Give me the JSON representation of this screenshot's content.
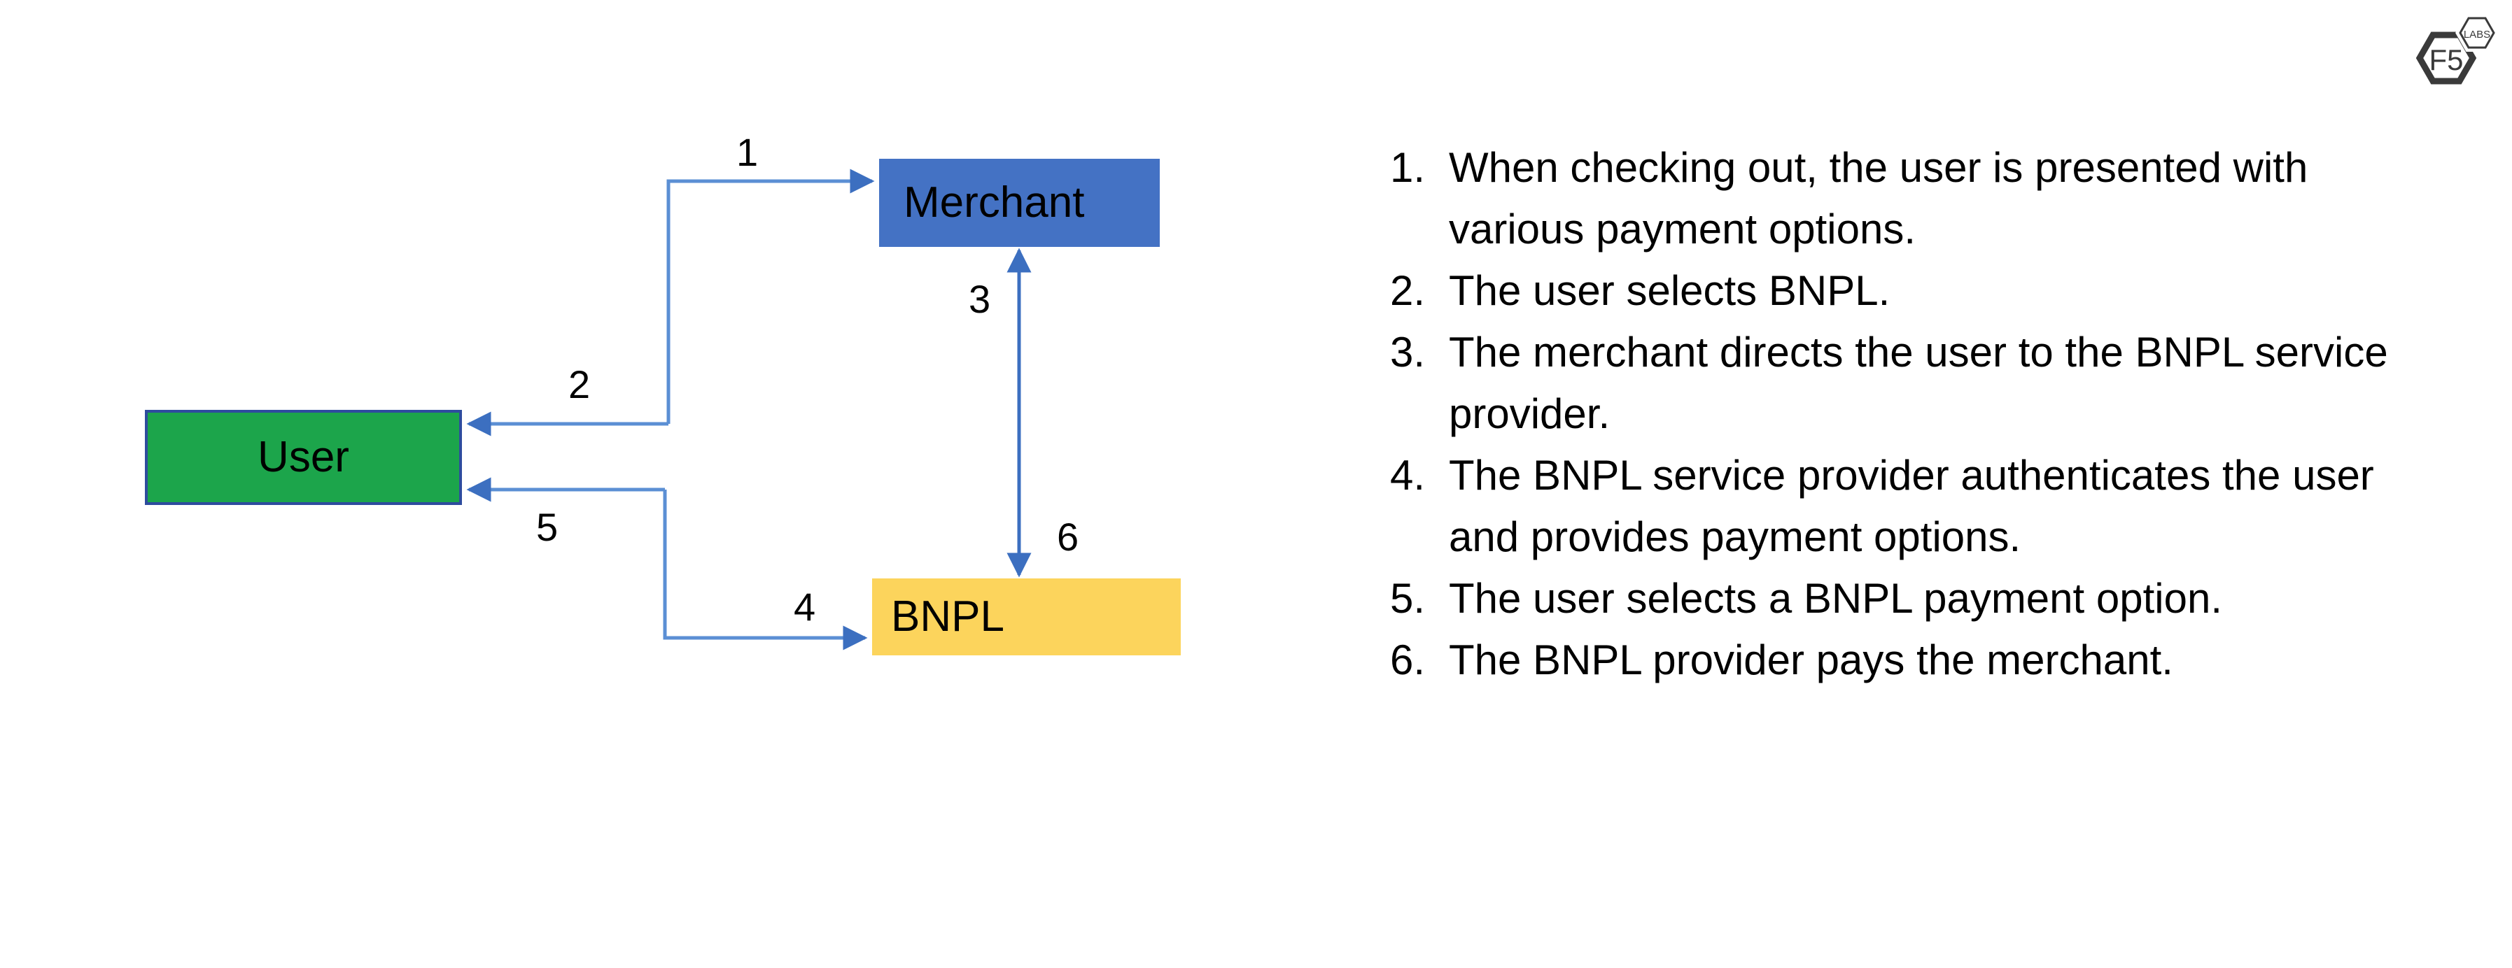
{
  "diagram": {
    "nodes": [
      {
        "id": "user",
        "label": "User"
      },
      {
        "id": "merchant",
        "label": "Merchant"
      },
      {
        "id": "bnpl",
        "label": "BNPL"
      }
    ],
    "connector_labels": {
      "one": "1",
      "two": "2",
      "three": "3",
      "four": "4",
      "five": "5",
      "six": "6"
    },
    "colors": {
      "user_fill": "#1CA54B",
      "user_border": "#2E4C9E",
      "merchant_fill": "#4472C4",
      "bnpl_fill": "#FCD45C",
      "connector_line": "#5B8FD4",
      "connector_head": "#3C6FC0",
      "text": "#000000",
      "background": "#FFFFFF"
    }
  },
  "steps": [
    {
      "num": "1.",
      "text": "When checking out, the user is presented with various payment options."
    },
    {
      "num": "2.",
      "text": "The user selects BNPL."
    },
    {
      "num": "3.",
      "text": "The merchant directs the user to the BNPL service provider."
    },
    {
      "num": "4.",
      "text": "The BNPL service provider authenticates the user and provides payment options."
    },
    {
      "num": "5.",
      "text": "The user selects a BNPL payment option."
    },
    {
      "num": "6.",
      "text": "The BNPL provider pays the merchant."
    }
  ],
  "logo": {
    "primary_text": "F5",
    "secondary_text": "LABS",
    "color": "#3A3A3A"
  }
}
